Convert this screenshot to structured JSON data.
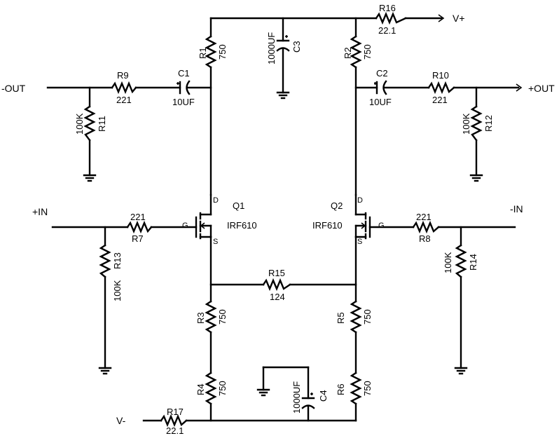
{
  "ports": {
    "vplus": "V+",
    "vminus": "V-",
    "out_minus": "-OUT",
    "out_plus": "+OUT",
    "in_plus": "+IN",
    "in_minus": "-IN"
  },
  "components": {
    "R1": {
      "ref": "R1",
      "value": "750"
    },
    "R2": {
      "ref": "R2",
      "value": "750"
    },
    "R3": {
      "ref": "R3",
      "value": "750"
    },
    "R4": {
      "ref": "R4",
      "value": "750"
    },
    "R5": {
      "ref": "R5",
      "value": "750"
    },
    "R6": {
      "ref": "R6",
      "value": "750"
    },
    "R7": {
      "ref": "R7",
      "value": "221"
    },
    "R8": {
      "ref": "R8",
      "value": "221"
    },
    "R9": {
      "ref": "R9",
      "value": "221"
    },
    "R10": {
      "ref": "R10",
      "value": "221"
    },
    "R11": {
      "ref": "R11",
      "value": "100K"
    },
    "R12": {
      "ref": "R12",
      "value": "100K"
    },
    "R13": {
      "ref": "R13",
      "value": "100K"
    },
    "R14": {
      "ref": "R14",
      "value": "100K"
    },
    "R15": {
      "ref": "R15",
      "value": "124"
    },
    "R16": {
      "ref": "R16",
      "value": "22.1"
    },
    "R17": {
      "ref": "R17",
      "value": "22.1"
    },
    "C1": {
      "ref": "C1",
      "value": "10UF"
    },
    "C2": {
      "ref": "C2",
      "value": "10UF"
    },
    "C3": {
      "ref": "C3",
      "value": "1000UF"
    },
    "C4": {
      "ref": "C4",
      "value": "1000UF"
    },
    "Q1": {
      "ref": "Q1",
      "part": "IRF610"
    },
    "Q2": {
      "ref": "Q2",
      "part": "IRF610"
    }
  },
  "pins": {
    "drain": "D",
    "gate": "G",
    "source": "S"
  }
}
